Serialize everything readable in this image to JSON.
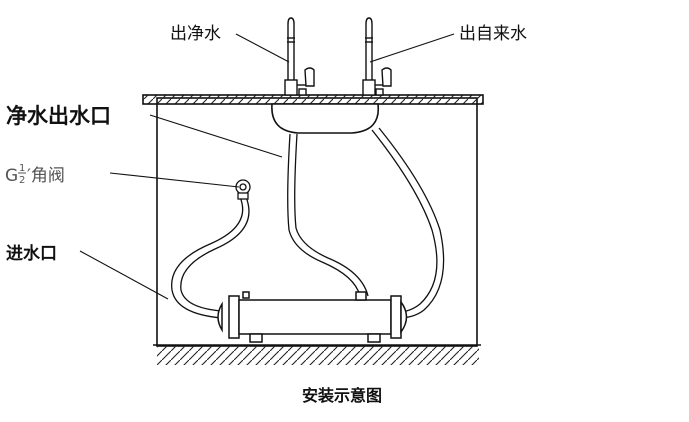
{
  "labels": {
    "pure_water_faucet": "出净水",
    "tap_water_faucet": "出自来水",
    "pure_water_outlet": "净水出水口",
    "angle_valve_prefix": "G",
    "angle_valve_num": "1",
    "angle_valve_den": "2",
    "angle_valve_suffix": "′角阀",
    "water_inlet": "进水口",
    "caption": "安装示意图"
  }
}
